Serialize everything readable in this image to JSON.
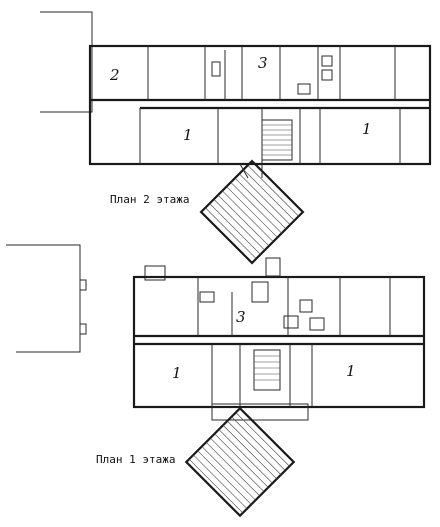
{
  "drawing": {
    "caption_upper": "План 2 этажа",
    "caption_lower": "План 1 этажа",
    "upper_rooms": [
      "2",
      "3",
      "1",
      "1"
    ],
    "lower_rooms": [
      "3",
      "1",
      "1"
    ]
  },
  "colors": {
    "ink": "#1a1a1a",
    "paper": "#ffffff"
  }
}
